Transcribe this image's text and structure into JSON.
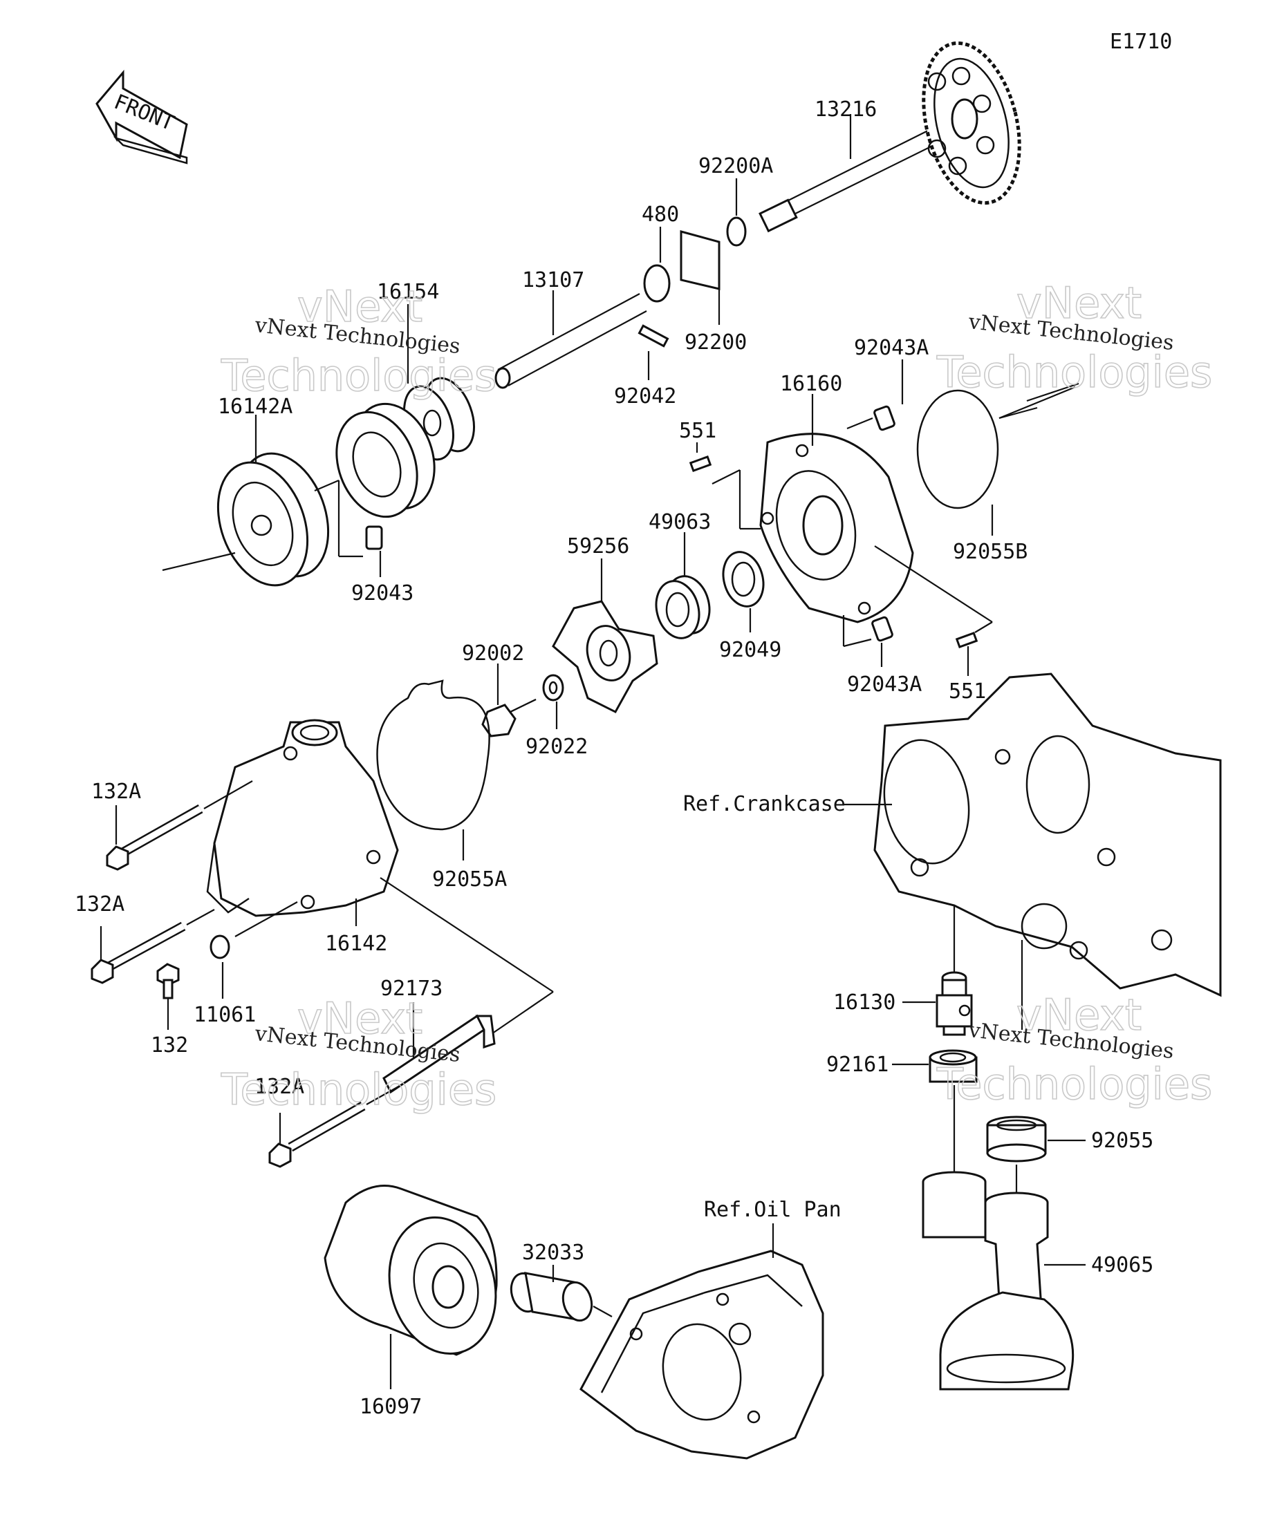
{
  "diagram_code": "E1710",
  "front_label": "FRONT",
  "watermark": {
    "line1": "vNext Technologies",
    "line2": "vNext",
    "line3": "Technologies"
  },
  "parts": {
    "p13216": "13216",
    "p92200A": "92200A",
    "p480": "480",
    "p13107": "13107",
    "p16154": "16154",
    "p92200": "92200",
    "p92042": "92042",
    "p16142A": "16142A",
    "p92043": "92043",
    "p92043A_top": "92043A",
    "p16160": "16160",
    "p551_top": "551",
    "p49063": "49063",
    "p59256": "59256",
    "p92055B": "92055B",
    "p92049": "92049",
    "p92002": "92002",
    "p92043A_bot": "92043A",
    "p551_bot": "551",
    "p92022": "92022",
    "p132A_1": "132A",
    "p132A_2": "132A",
    "p132A_3": "132A",
    "p132": "132",
    "p11061": "11061",
    "p16142": "16142",
    "p92055A": "92055A",
    "p92173": "92173",
    "p16130": "16130",
    "p92161": "92161",
    "p92055": "92055",
    "p49065": "49065",
    "p32033": "32033",
    "p16097": "16097"
  },
  "refs": {
    "crankcase": "Ref.Crankcase",
    "oil_pan": "Ref.Oil Pan"
  }
}
